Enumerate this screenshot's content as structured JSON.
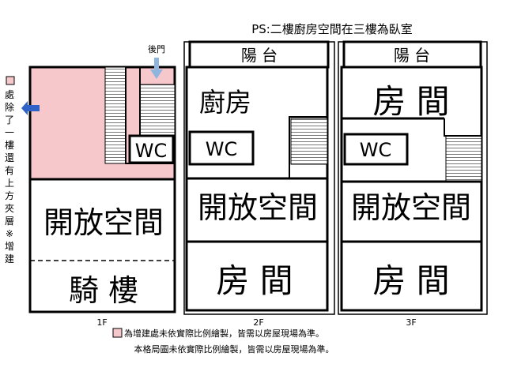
{
  "header": {
    "note": "PS:二樓廚房空間在三樓為臥室"
  },
  "side_note": {
    "chars": [
      "處",
      "除",
      "了",
      "一",
      "樓",
      "還",
      "有",
      "上",
      "方",
      "夾",
      "層",
      "※",
      "增",
      "建"
    ]
  },
  "floor1": {
    "back_door": "後門",
    "wc": "WC",
    "open_space": "開放空間",
    "arcade": "騎 樓",
    "label": "1F"
  },
  "floor2": {
    "balcony": "陽 台",
    "kitchen": "廚房",
    "wc": "WC",
    "open_space": "開放空間",
    "room": "房 間",
    "label": "2F"
  },
  "floor3": {
    "balcony": "陽 台",
    "room_top": "房 間",
    "wc": "WC",
    "open_space": "開放空間",
    "room": "房 間",
    "label": "3F"
  },
  "footer": {
    "line1": "為增建處未依實際比例繪製，皆需以房屋現場為準。",
    "line2": "本格局圖未依實際比例繪製，皆需以房屋現場為準。"
  },
  "colors": {
    "addition_fill": "#f6c8cc",
    "arrow_blue": "#2f63c8",
    "door_arrow": "#8fb4de",
    "line": "#000000"
  }
}
